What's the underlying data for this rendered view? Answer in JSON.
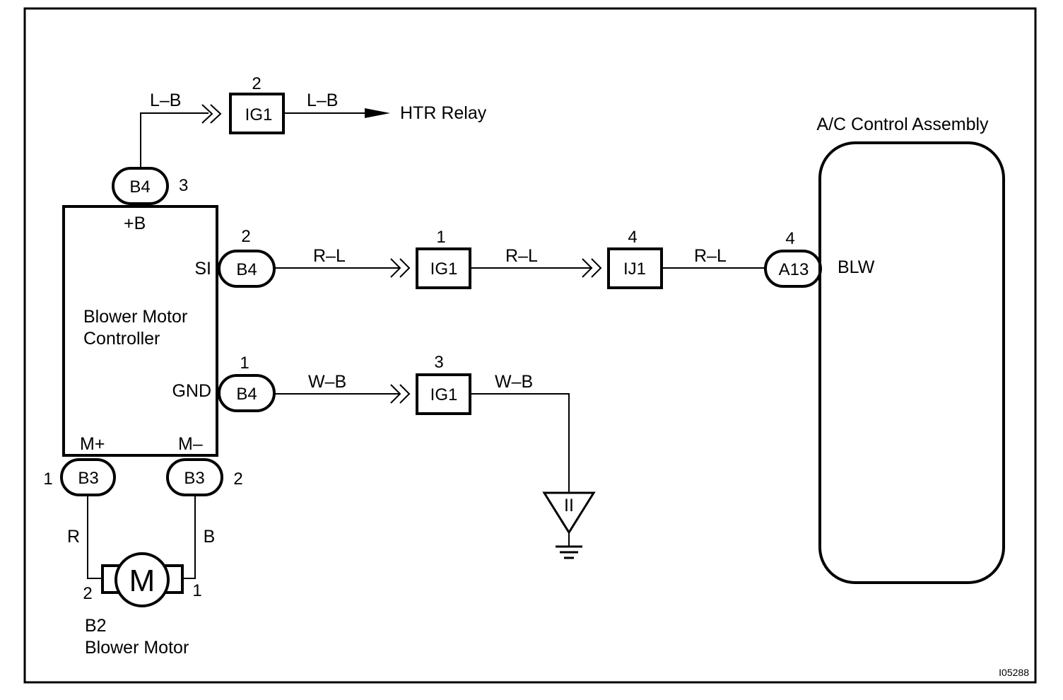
{
  "figure_id": "I05288",
  "blower_motor_controller": {
    "name_line1": "Blower Motor",
    "name_line2": "Controller",
    "terminals": {
      "plus_b": "+B",
      "si": "SI",
      "gnd": "GND",
      "m_plus": "M+",
      "m_minus": "M–"
    }
  },
  "blower_motor": {
    "code": "B2",
    "name": "Blower Motor",
    "symbol": "M",
    "pin_left": "2",
    "pin_right": "1"
  },
  "ac_control_assembly": {
    "name": "A/C Control Assembly",
    "terminal": "BLW"
  },
  "htr_relay": "HTR Relay",
  "connectors": {
    "b4_top": {
      "label": "B4",
      "pin": "3"
    },
    "b4_si": {
      "label": "B4",
      "pin": "2"
    },
    "b4_gnd": {
      "label": "B4",
      "pin": "1"
    },
    "b3_left": {
      "label": "B3",
      "pin": "1"
    },
    "b3_right": {
      "label": "B3",
      "pin": "2"
    },
    "a13": {
      "label": "A13",
      "pin": "4"
    }
  },
  "junctions": {
    "ig1_top": {
      "label": "IG1",
      "pin": "2"
    },
    "ig1_mid": {
      "label": "IG1",
      "pin": "1"
    },
    "ij1": {
      "label": "IJ1",
      "pin": "4"
    },
    "ig1_bottom": {
      "label": "IG1",
      "pin": "3"
    }
  },
  "wires": {
    "lb_1": "L–B",
    "lb_2": "L–B",
    "rl_1": "R–L",
    "rl_2": "R–L",
    "rl_3": "R–L",
    "wb_1": "W–B",
    "wb_2": "W–B",
    "r": "R",
    "b": "B"
  },
  "ground_symbol": "II"
}
